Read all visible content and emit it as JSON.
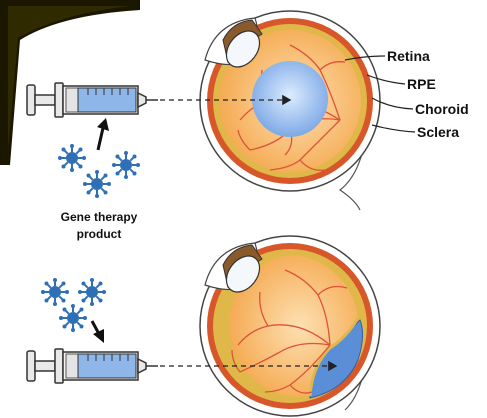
{
  "labels": {
    "retina": "Retina",
    "rpe": "RPE",
    "choroid": "Choroid",
    "sclera": "Sclera",
    "product_line1": "Gene therapy",
    "product_line2": "product"
  },
  "panels": [
    {
      "id": "intravitreal",
      "injection_target": "vitreous"
    },
    {
      "id": "subretinal",
      "injection_target": "subretinal-space"
    }
  ],
  "colors": {
    "sclera": "#ffffff",
    "choroid": "#d8572a",
    "rpe": "#e0b84a",
    "retina": "#f6b45e",
    "vessels": "#e0503a",
    "virus": "#2f6fb5",
    "syringe_fluid": "#8fb6e8",
    "bleb": "#5a8fd8",
    "outline": "#333333",
    "corner_accent": "#1a1600"
  },
  "icons": [
    "syringe-icon",
    "virus-particle-icon",
    "eye-cross-section"
  ]
}
